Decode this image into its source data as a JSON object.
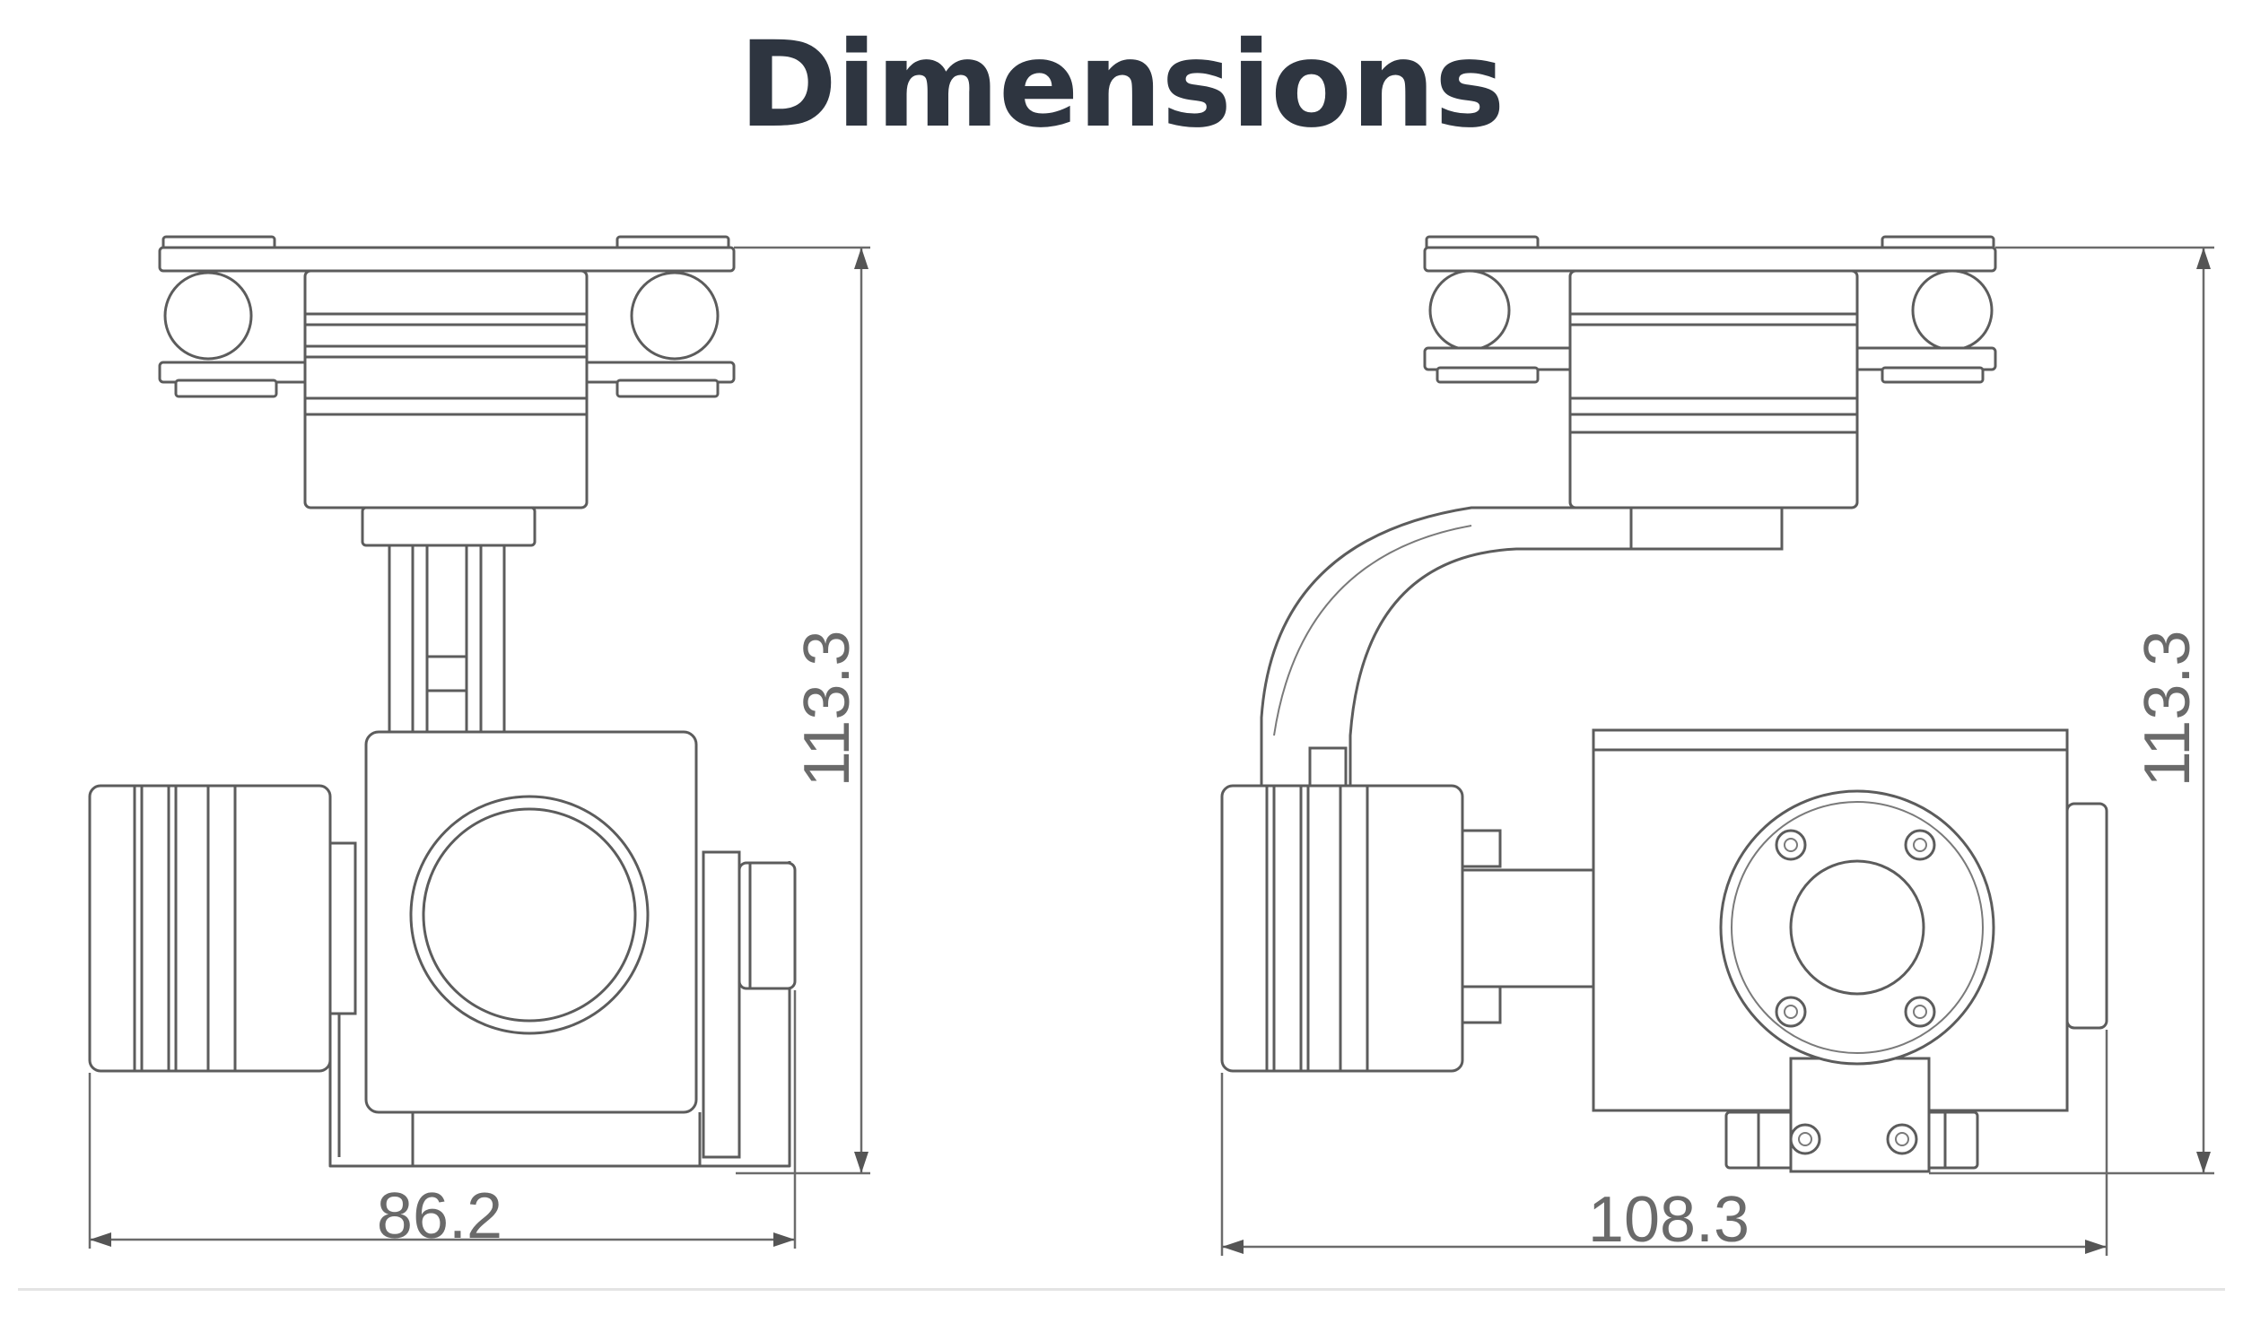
{
  "title": "Dimensions",
  "front_view": {
    "width_label": "86.2",
    "height_label": "113.3"
  },
  "side_view": {
    "width_label": "108.3",
    "height_label": "113.3"
  },
  "colors": {
    "title": "#2e3540",
    "line": "#5c5c5c",
    "background": "#ffffff"
  }
}
